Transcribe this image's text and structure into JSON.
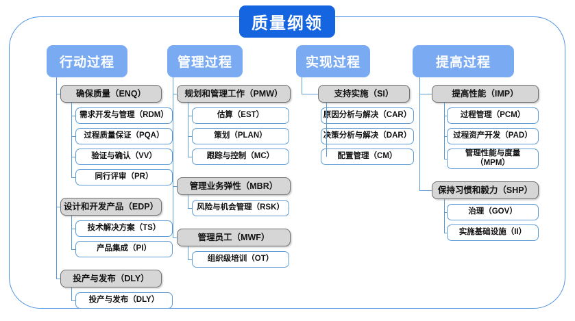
{
  "title": "质量纲领",
  "colors": {
    "root_fill": "#1565e0",
    "column_header_fill": "#7aaaf2",
    "group_fill": "#d6d6d6",
    "group_border": "#6f6f6f",
    "leaf_border": "#5b9bd5",
    "frame_border": "#4a90e2",
    "connector": "#5b9bd5"
  },
  "columns": [
    {
      "header": "行动过程",
      "groups": [
        {
          "label": "确保质量（ENQ）",
          "children": [
            "需求开发与管理（RDM）",
            "过程质量保证（PQA）",
            "验证与确认（VV）",
            "同行评审（PR）"
          ]
        },
        {
          "label": "设计和开发产品（EDP）",
          "children": [
            "技术解决方案（TS）",
            "产品集成（PI）"
          ]
        },
        {
          "label": "投产与发布（DLY）",
          "children": [
            "投产与发布（DLY）"
          ]
        }
      ]
    },
    {
      "header": "管理过程",
      "groups": [
        {
          "label": "规划和管理工作（PMW）",
          "children": [
            "估算（EST）",
            "策划（PLAN）",
            "跟踪与控制（MC）"
          ]
        },
        {
          "label": "管理业务弹性（MBR）",
          "children": [
            "风险与机会管理（RSK）"
          ]
        },
        {
          "label": "管理员工（MWF）",
          "children": [
            "组织级培训（OT）"
          ]
        }
      ]
    },
    {
      "header": "实现过程",
      "groups": [
        {
          "label": "支持实施（SI）",
          "children": [
            "原因分析与解决（CAR）",
            "决策分析与解决（DAR）",
            "配置管理（CM）"
          ]
        }
      ]
    },
    {
      "header": "提高过程",
      "groups": [
        {
          "label": "提高性能（IMP）",
          "children": [
            "过程管理（PCM）",
            "过程资产开发（PAD）",
            "管理性能与度量\n（MPM）"
          ]
        },
        {
          "label": "保持习惯和毅力（SHP）",
          "children": [
            "治理（GOV）",
            "实施基础设施（II）"
          ]
        }
      ]
    }
  ]
}
